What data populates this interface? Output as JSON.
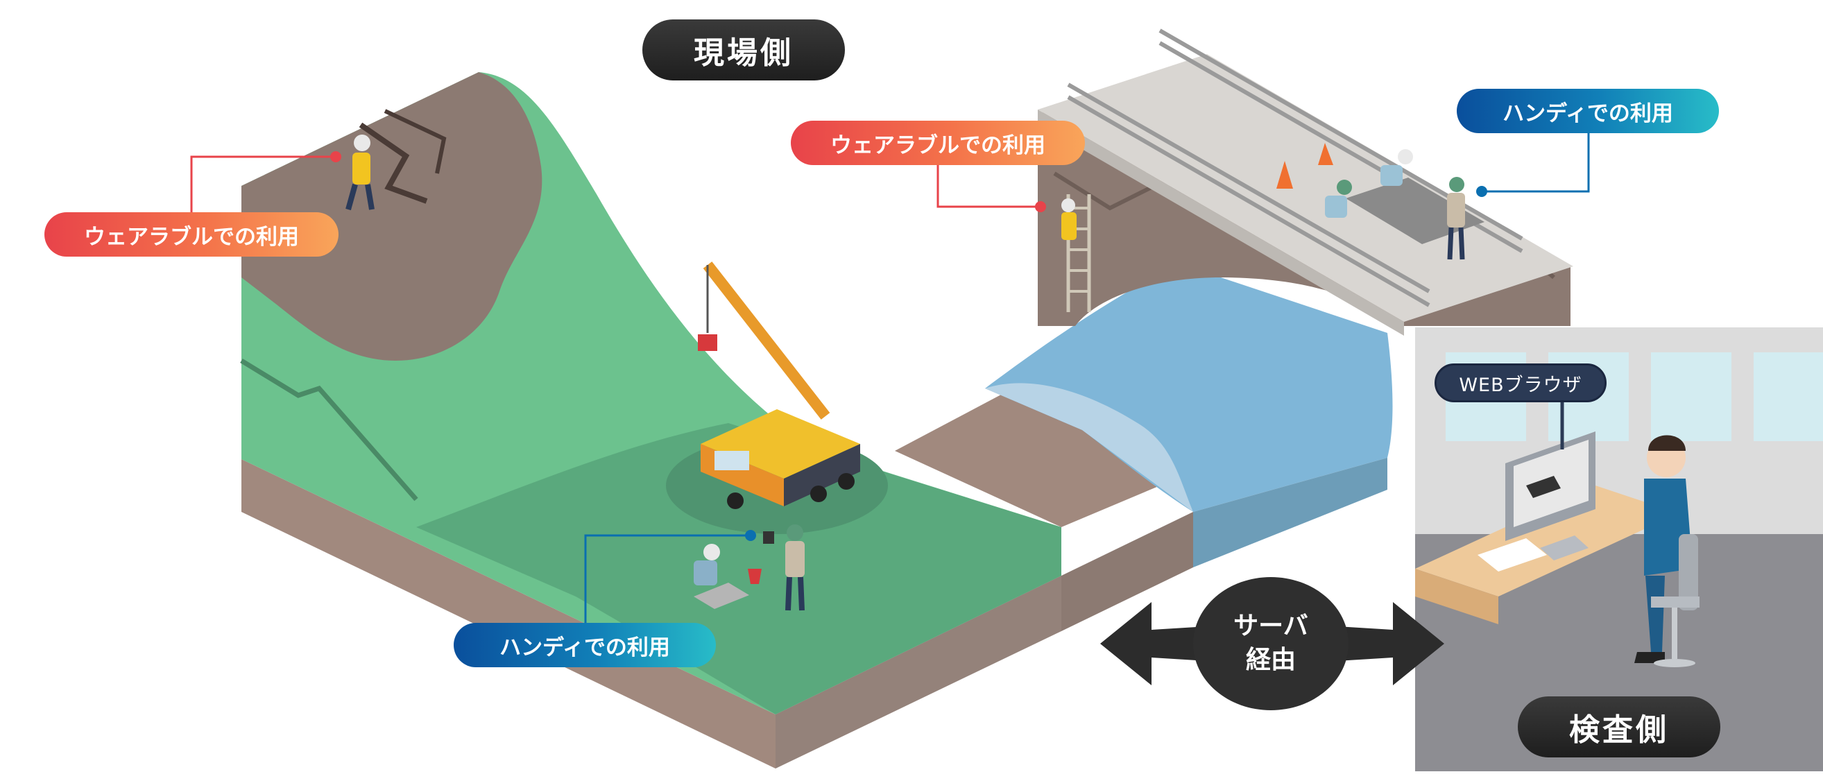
{
  "labels": {
    "field_side": "現場側",
    "inspection_side": "検査側",
    "wearable_use": "ウェアラブルでの利用",
    "handy_use": "ハンディでの利用",
    "web_browser": "WEBブラウザ",
    "server_line1": "サーバ",
    "server_line2": "経由"
  },
  "colors": {
    "dark_label": "#2a2a2a",
    "wearable_red": "#e8434a",
    "wearable_orange": "#f9a55a",
    "handy_blue": "#0a4f9c",
    "handy_teal": "#28bcc8",
    "hill_green": "#6cc28e",
    "hill_dark_green": "#5aa97d",
    "earth_brown": "#8c7a72",
    "river_blue": "#7fb6d8",
    "bridge_grey": "#d9d6d2",
    "office_grey": "#dcdcdc"
  }
}
